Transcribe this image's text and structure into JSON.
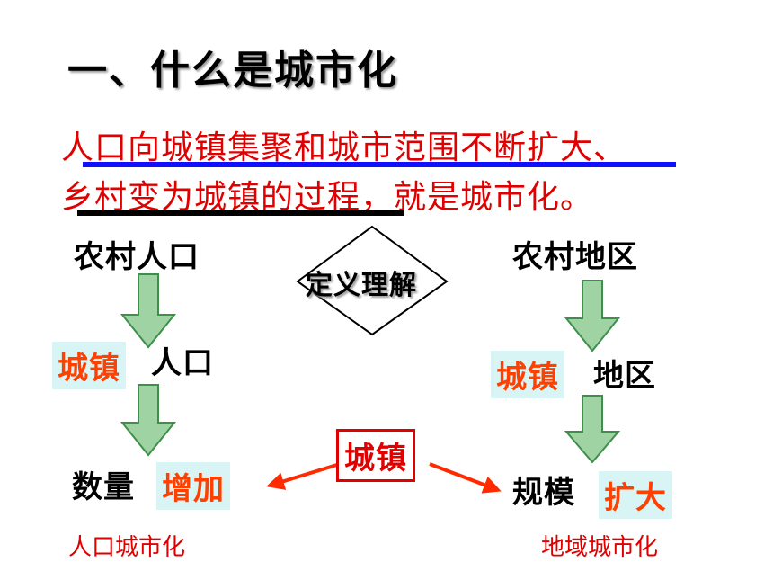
{
  "title": "一、什么是城市化",
  "definition": {
    "line1": "人口向城镇集聚和城市范围不断扩大、",
    "line2": "乡村变为城镇的过程，就是城市化。"
  },
  "center_label": "定义理解",
  "left": {
    "top": "农村人口",
    "mid_highlight": "城镇",
    "mid_text": "人口",
    "bottom_text": "数量",
    "bottom_highlight": "增加",
    "caption": "人口城市化"
  },
  "right": {
    "top": "农村地区",
    "mid_highlight": "城镇",
    "mid_text": "地区",
    "bottom_text": "规模",
    "bottom_highlight": "扩大",
    "caption": "地域城市化"
  },
  "center_box": "城镇",
  "colors": {
    "definition": "#e00000",
    "highlight_text": "#ff4000",
    "highlight_bg": "#d8f4f4",
    "underline_blue": "#1010ff",
    "arrow_fill": "#9fd3a4",
    "arrow_stroke": "#3d8f4a"
  }
}
